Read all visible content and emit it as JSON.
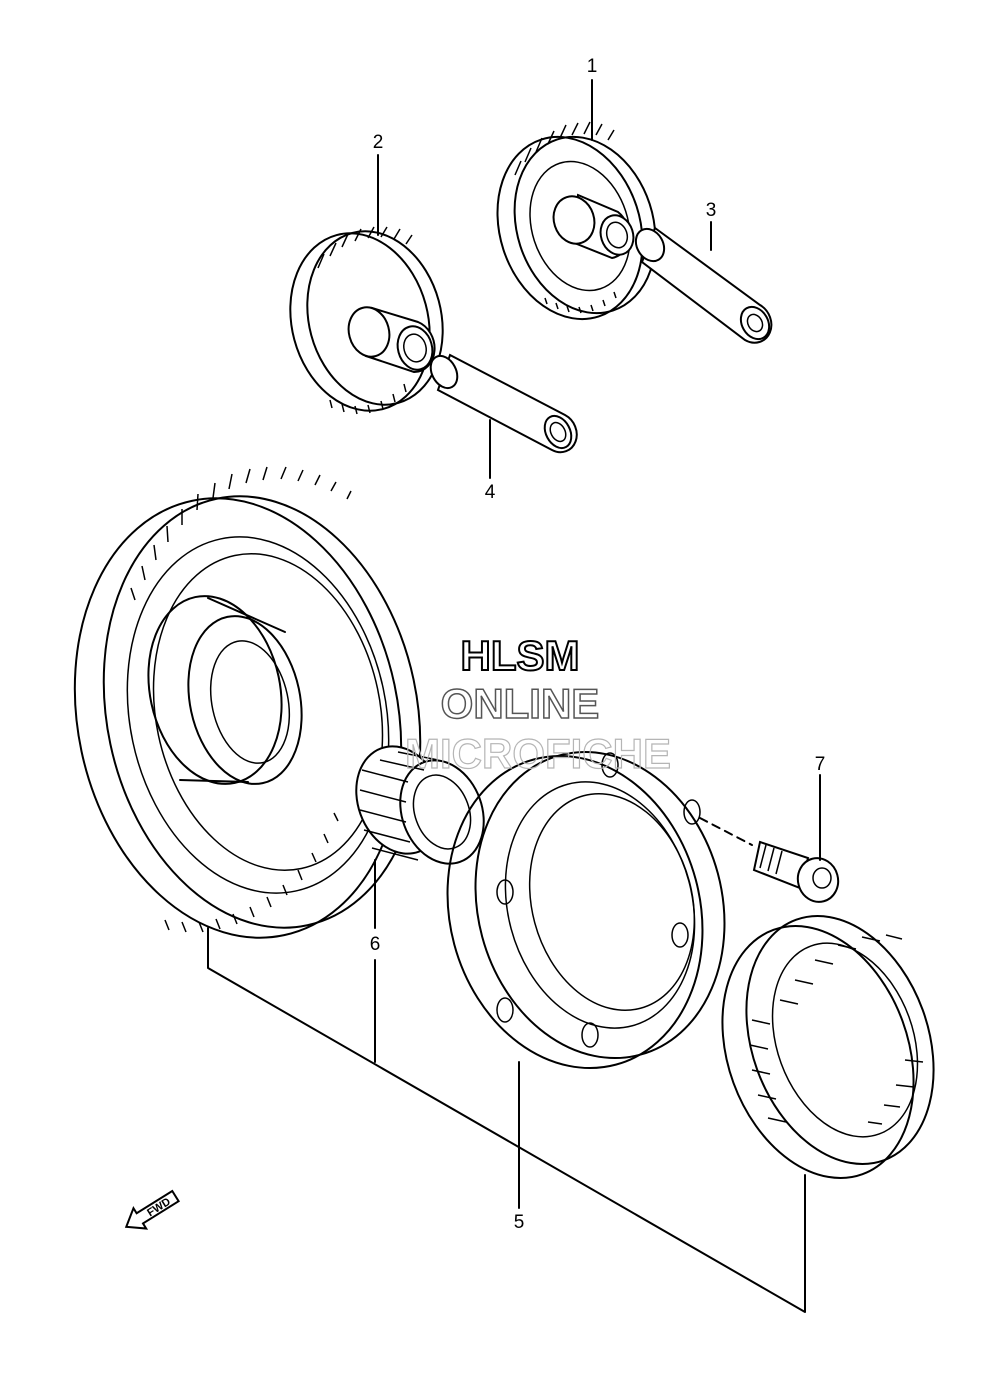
{
  "callouts": [
    {
      "id": "1",
      "text": "1"
    },
    {
      "id": "2",
      "text": "2"
    },
    {
      "id": "3",
      "text": "3"
    },
    {
      "id": "4",
      "text": "4"
    },
    {
      "id": "5",
      "text": "5"
    },
    {
      "id": "6",
      "text": "6"
    },
    {
      "id": "7",
      "text": "7"
    }
  ],
  "watermark": {
    "line1": "HLSM",
    "line2": "ONLINE",
    "line3": "MICROFICHE"
  },
  "fwd_arrow": {
    "text": "FWD"
  },
  "colors": {
    "line": "#000000",
    "background": "#ffffff",
    "watermark_outline": "#8a8a8a"
  }
}
